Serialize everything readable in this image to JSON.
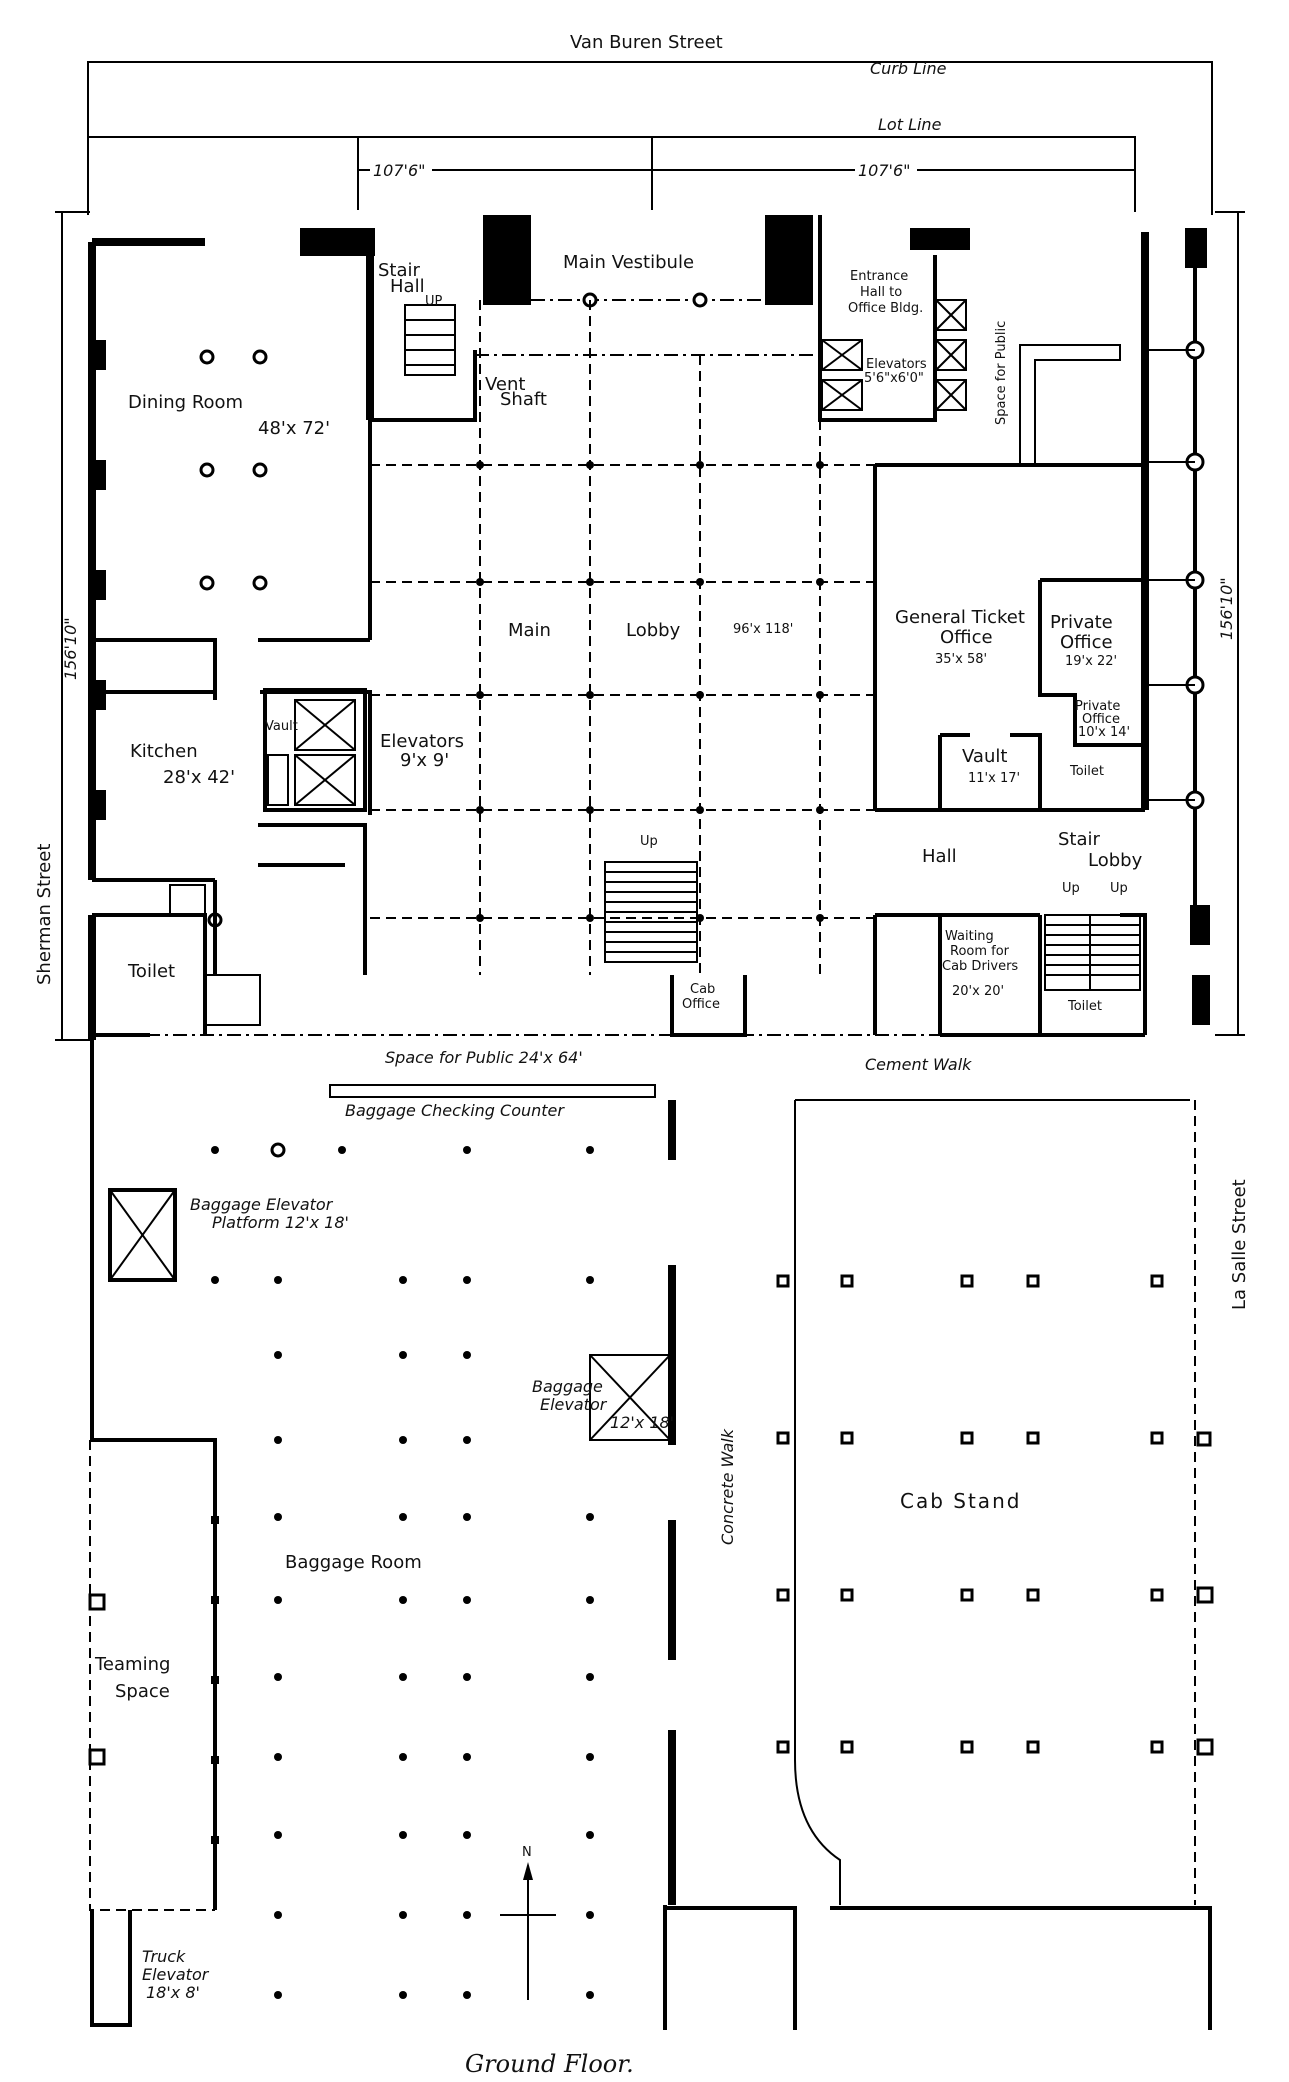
{
  "streets": {
    "north": "Van Buren Street",
    "west": "Sherman Street",
    "east": "La Salle Street"
  },
  "lines": {
    "curb": "Curb Line",
    "lot": "Lot Line"
  },
  "dimensions": {
    "front_left": "107'6\"",
    "front_right": "107'6\"",
    "depth_left": "156'10\"",
    "depth_right": "156'10\""
  },
  "rooms": {
    "main_vestibule": "Main Vestibule",
    "stair_hall_1": "Stair",
    "stair_hall_2": "Hall",
    "stair_hall_up": "UP",
    "entrance_hall_1": "Entrance",
    "entrance_hall_2": "Hall to",
    "entrance_hall_3": "Office Bldg.",
    "elevators_office": "Elevators",
    "elevators_office_size": "5'6\"x6'0\"",
    "vent_shaft_1": "Vent",
    "vent_shaft_2": "Shaft",
    "space_public_1": "Space for Public",
    "dining_room": "Dining Room",
    "dining_room_size": "48'x 72'",
    "main_lobby_1": "Main",
    "main_lobby_2": "Lobby",
    "main_lobby_size": "96'x 118'",
    "general_ticket_1": "General Ticket",
    "general_ticket_2": "Office",
    "general_ticket_size": "35'x 58'",
    "private_office_1": "Private",
    "private_office_2": "Office",
    "private_office_size": "19'x 22'",
    "private_office_small_1": "Private",
    "private_office_small_2": "Office",
    "private_office_small_size": "10'x 14'",
    "vault_small": "Vault",
    "vault_ticket": "Vault",
    "vault_ticket_size": "11'x 17'",
    "toilet_ticket": "Toilet",
    "kitchen": "Kitchen",
    "kitchen_size": "28'x 42'",
    "elevators_lobby": "Elevators",
    "elevators_lobby_size": "9'x 9'",
    "stair_up": "Up",
    "hall": "Hall",
    "stair_lobby_1": "Stair",
    "stair_lobby_2": "Lobby",
    "up_1": "Up",
    "up_2": "Up",
    "waiting_1": "Waiting",
    "waiting_2": "Room for",
    "waiting_3": "Cab Drivers",
    "waiting_size": "20'x 20'",
    "toilet_west": "Toilet",
    "toilet_east": "Toilet",
    "cab_office_1": "Cab",
    "cab_office_2": "Office",
    "space_public_2": "Space for Public  24'x 64'",
    "cement_walk": "Cement  Walk",
    "baggage_counter": "Baggage  Checking  Counter",
    "baggage_elevator_platform_1": "Baggage Elevator",
    "baggage_elevator_platform_2": "Platform  12'x 18'",
    "baggage_elevator_1": "Baggage",
    "baggage_elevator_2": "Elevator",
    "baggage_elevator_size": "12'x 18'",
    "concrete_walk": "Concrete  Walk",
    "cab_stand": "Cab   Stand",
    "baggage_room": "Baggage   Room",
    "teaming_1": "Teaming",
    "teaming_2": "Space",
    "truck_1": "Truck",
    "truck_2": "Elevator",
    "truck_size": "18'x 8'",
    "north": "N"
  },
  "caption": "Ground  Floor."
}
